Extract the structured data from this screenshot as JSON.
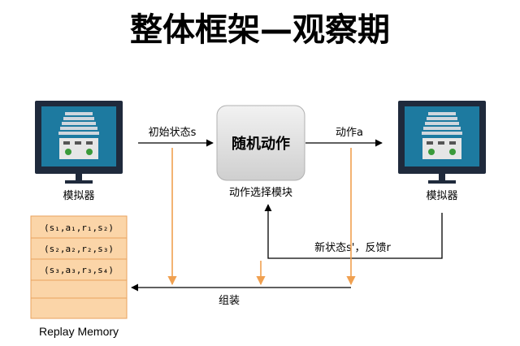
{
  "title": "整体框架—观察期",
  "left_monitor": {
    "label": "模拟器",
    "icon": "monitor-icon"
  },
  "right_monitor": {
    "label": "模拟器",
    "icon": "monitor-icon"
  },
  "action_module": {
    "box_text": "随机动作",
    "caption": "动作选择模块"
  },
  "arrows": {
    "initial_state": "初始状态s",
    "action": "动作a",
    "feedback": "新状态s'，反馈r",
    "assemble": "组装"
  },
  "replay_memory": {
    "label": "Replay Memory",
    "rows": [
      {
        "text": "(s₁,a₁,r₁,s₂)"
      },
      {
        "text": "(s₂,a₂,r₂,s₃)"
      },
      {
        "text": "(s₃,a₃,r₃,s₄)"
      },
      {
        "text": ""
      },
      {
        "text": ""
      }
    ]
  },
  "colors": {
    "monitor_frame": "#1f2a3c",
    "screen": "#1d7aa0",
    "memory_fill": "#fbd5a8",
    "memory_border": "#e8a25e",
    "orange_arrow": "#f0a050",
    "module_box": "#d9d9d9"
  }
}
